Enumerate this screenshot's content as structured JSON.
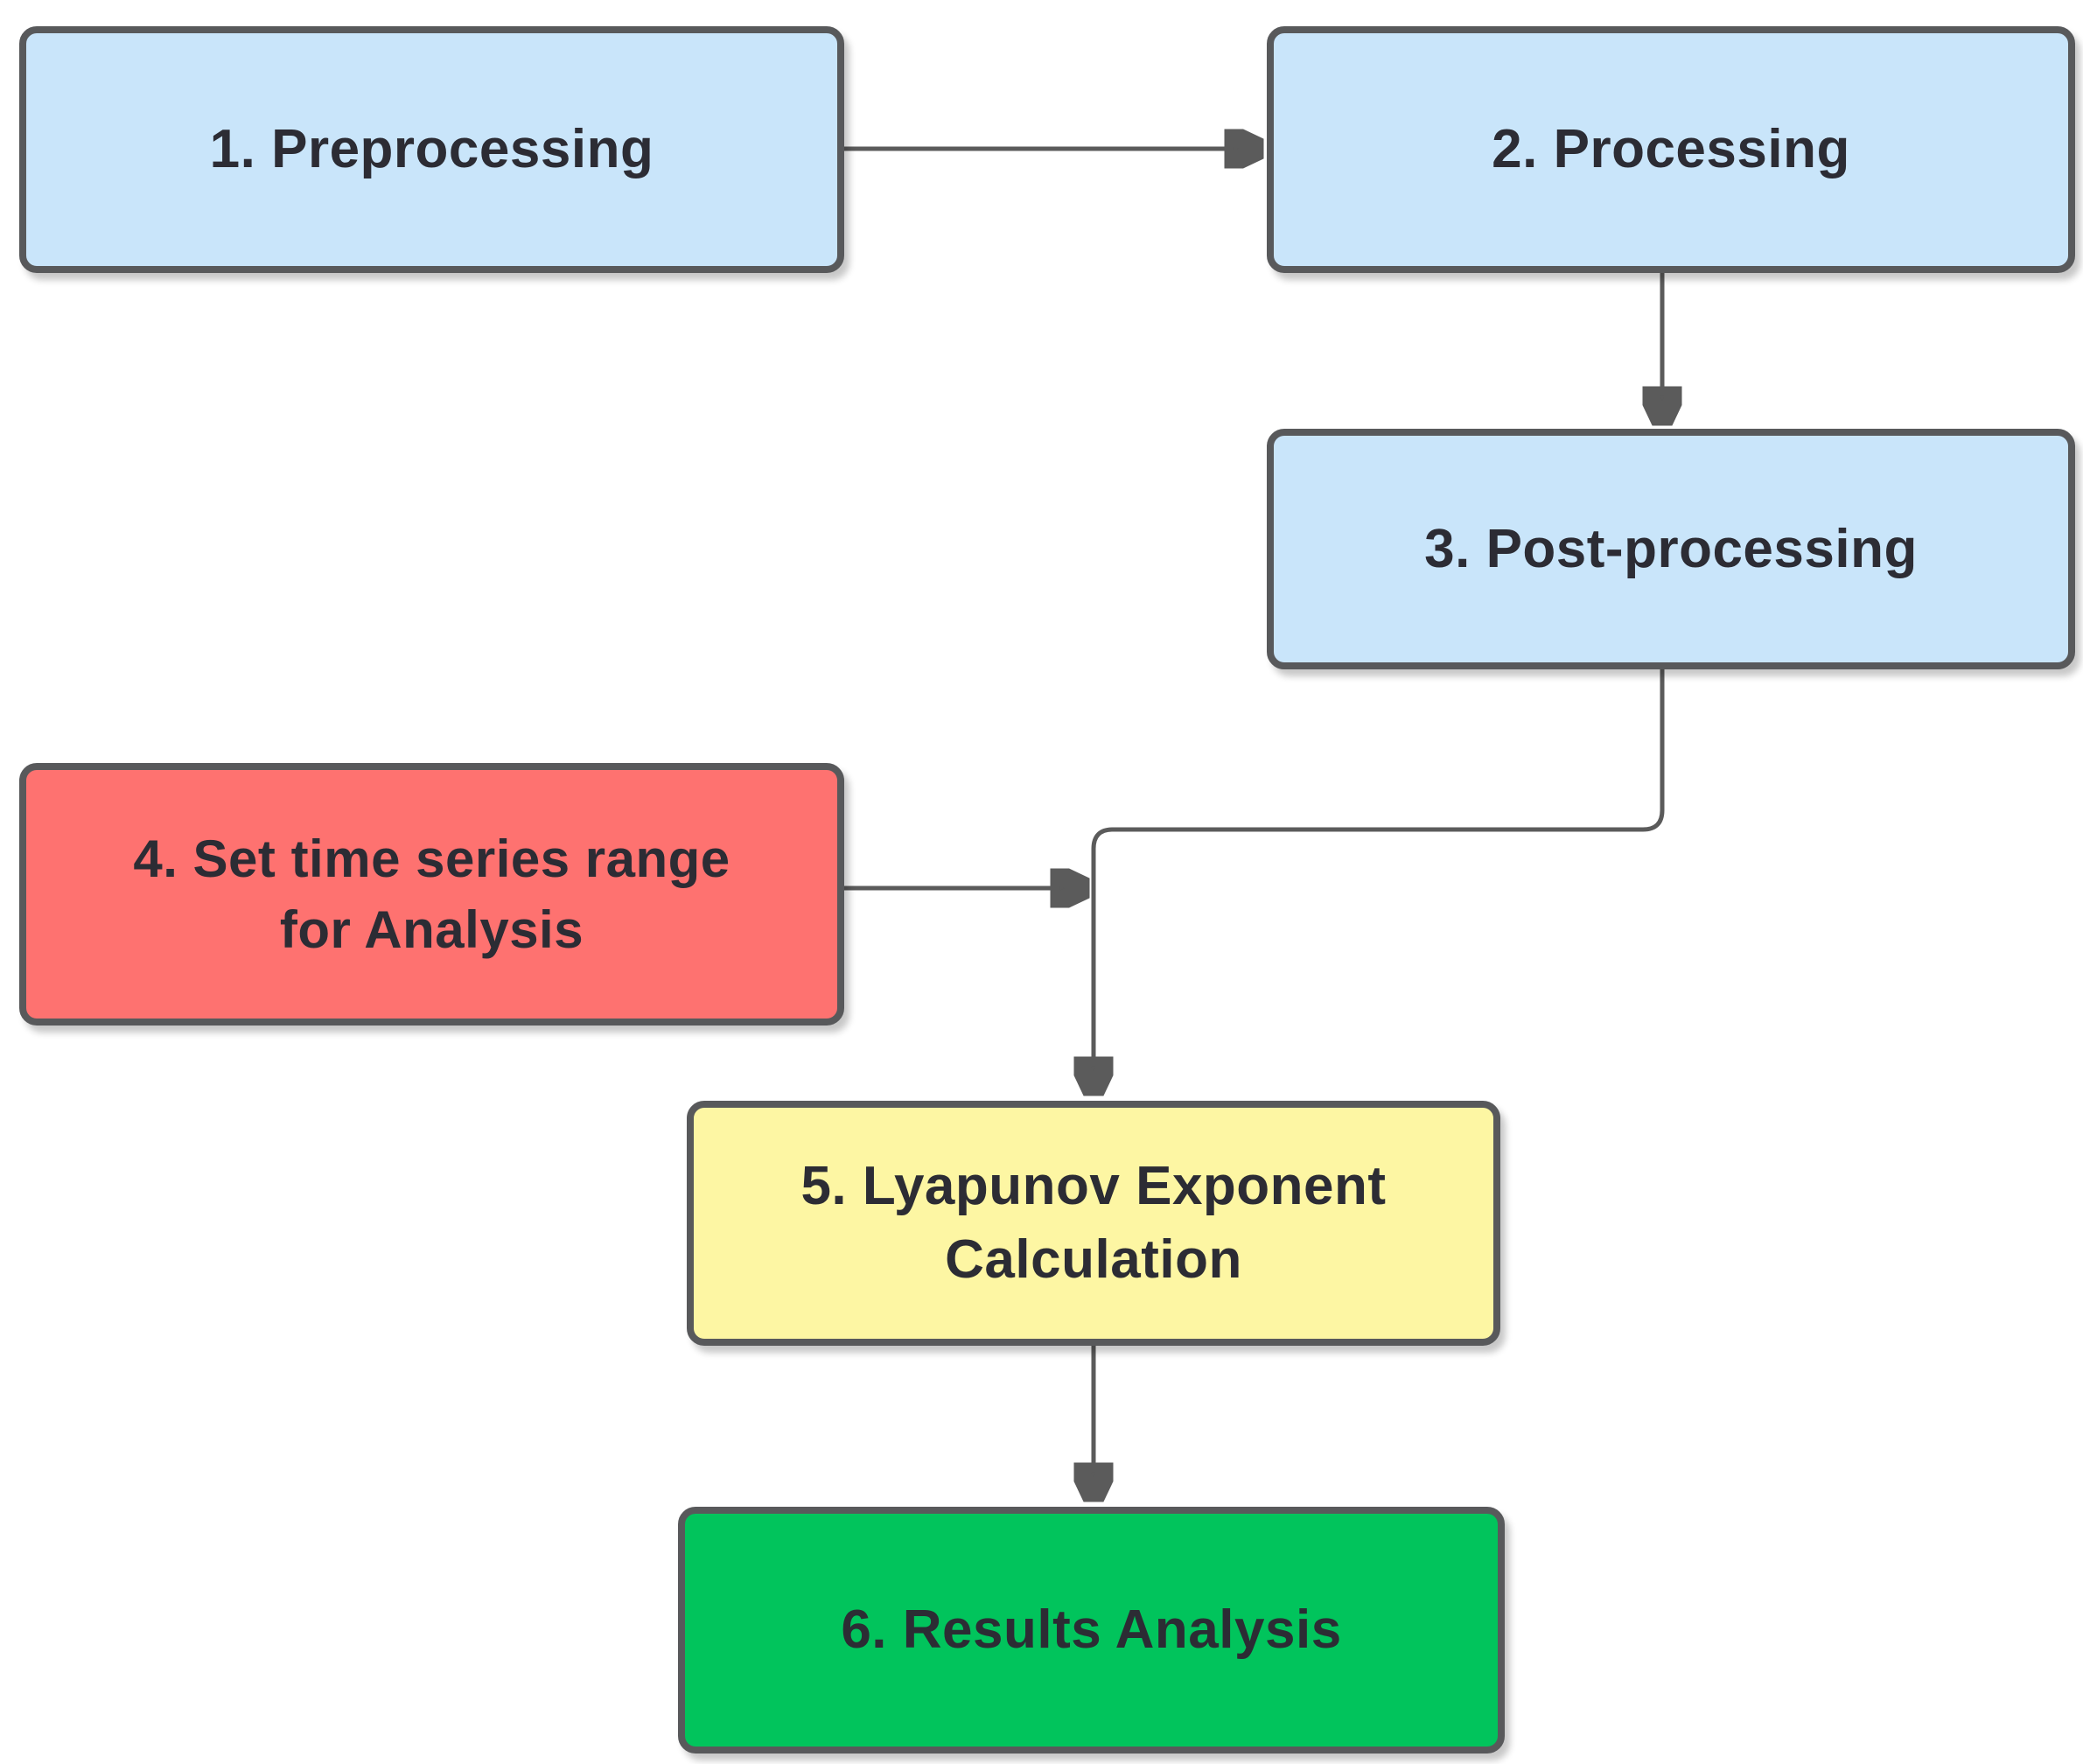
{
  "diagram": {
    "title": "",
    "background_color": "#ffffff",
    "node_border_color": "#58595b",
    "arrow_color": "#5b5b5b",
    "label_text_color": "#2c2c34",
    "nodes": [
      {
        "id": "preprocessing",
        "label": "1. Preprocessing",
        "fill": "#c9e5fa"
      },
      {
        "id": "processing",
        "label": "2. Processing",
        "fill": "#c9e5fa"
      },
      {
        "id": "post_processing",
        "label": "3. Post-processing",
        "fill": "#c9e5fa"
      },
      {
        "id": "set_time_series_range",
        "label": "4. Set time series range\nfor Analysis",
        "fill": "#fe7270"
      },
      {
        "id": "lyapunov_calculation",
        "label": "5. Lyapunov Exponent\nCalculation",
        "fill": "#fdf6a3"
      },
      {
        "id": "results_analysis",
        "label": "6. Results Analysis",
        "fill": "#01c45c"
      }
    ],
    "edges": [
      {
        "from": "preprocessing",
        "to": "processing"
      },
      {
        "from": "processing",
        "to": "post_processing"
      },
      {
        "from": "post_processing",
        "to": "lyapunov_calculation"
      },
      {
        "from": "set_time_series_range",
        "to": "lyapunov_calculation"
      },
      {
        "from": "lyapunov_calculation",
        "to": "results_analysis"
      }
    ]
  }
}
